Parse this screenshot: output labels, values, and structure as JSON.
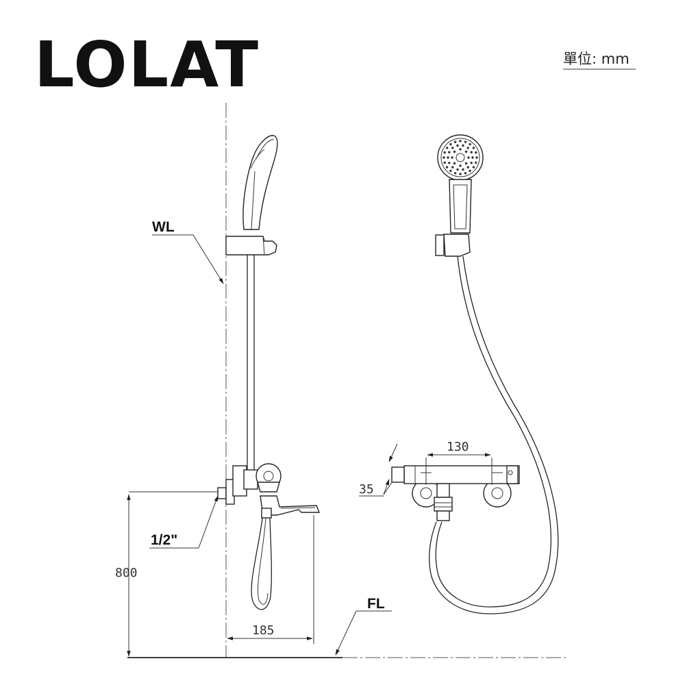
{
  "brand": {
    "logo": "LOLAT"
  },
  "unit_label": "單位: mm",
  "labels": {
    "wall_line": "WL",
    "floor_line": "FL",
    "pipe_size": "1/2\""
  },
  "dimensions": {
    "height_from_floor": "800",
    "spout_projection": "185",
    "center_distance": "130",
    "body_offset": "35"
  }
}
